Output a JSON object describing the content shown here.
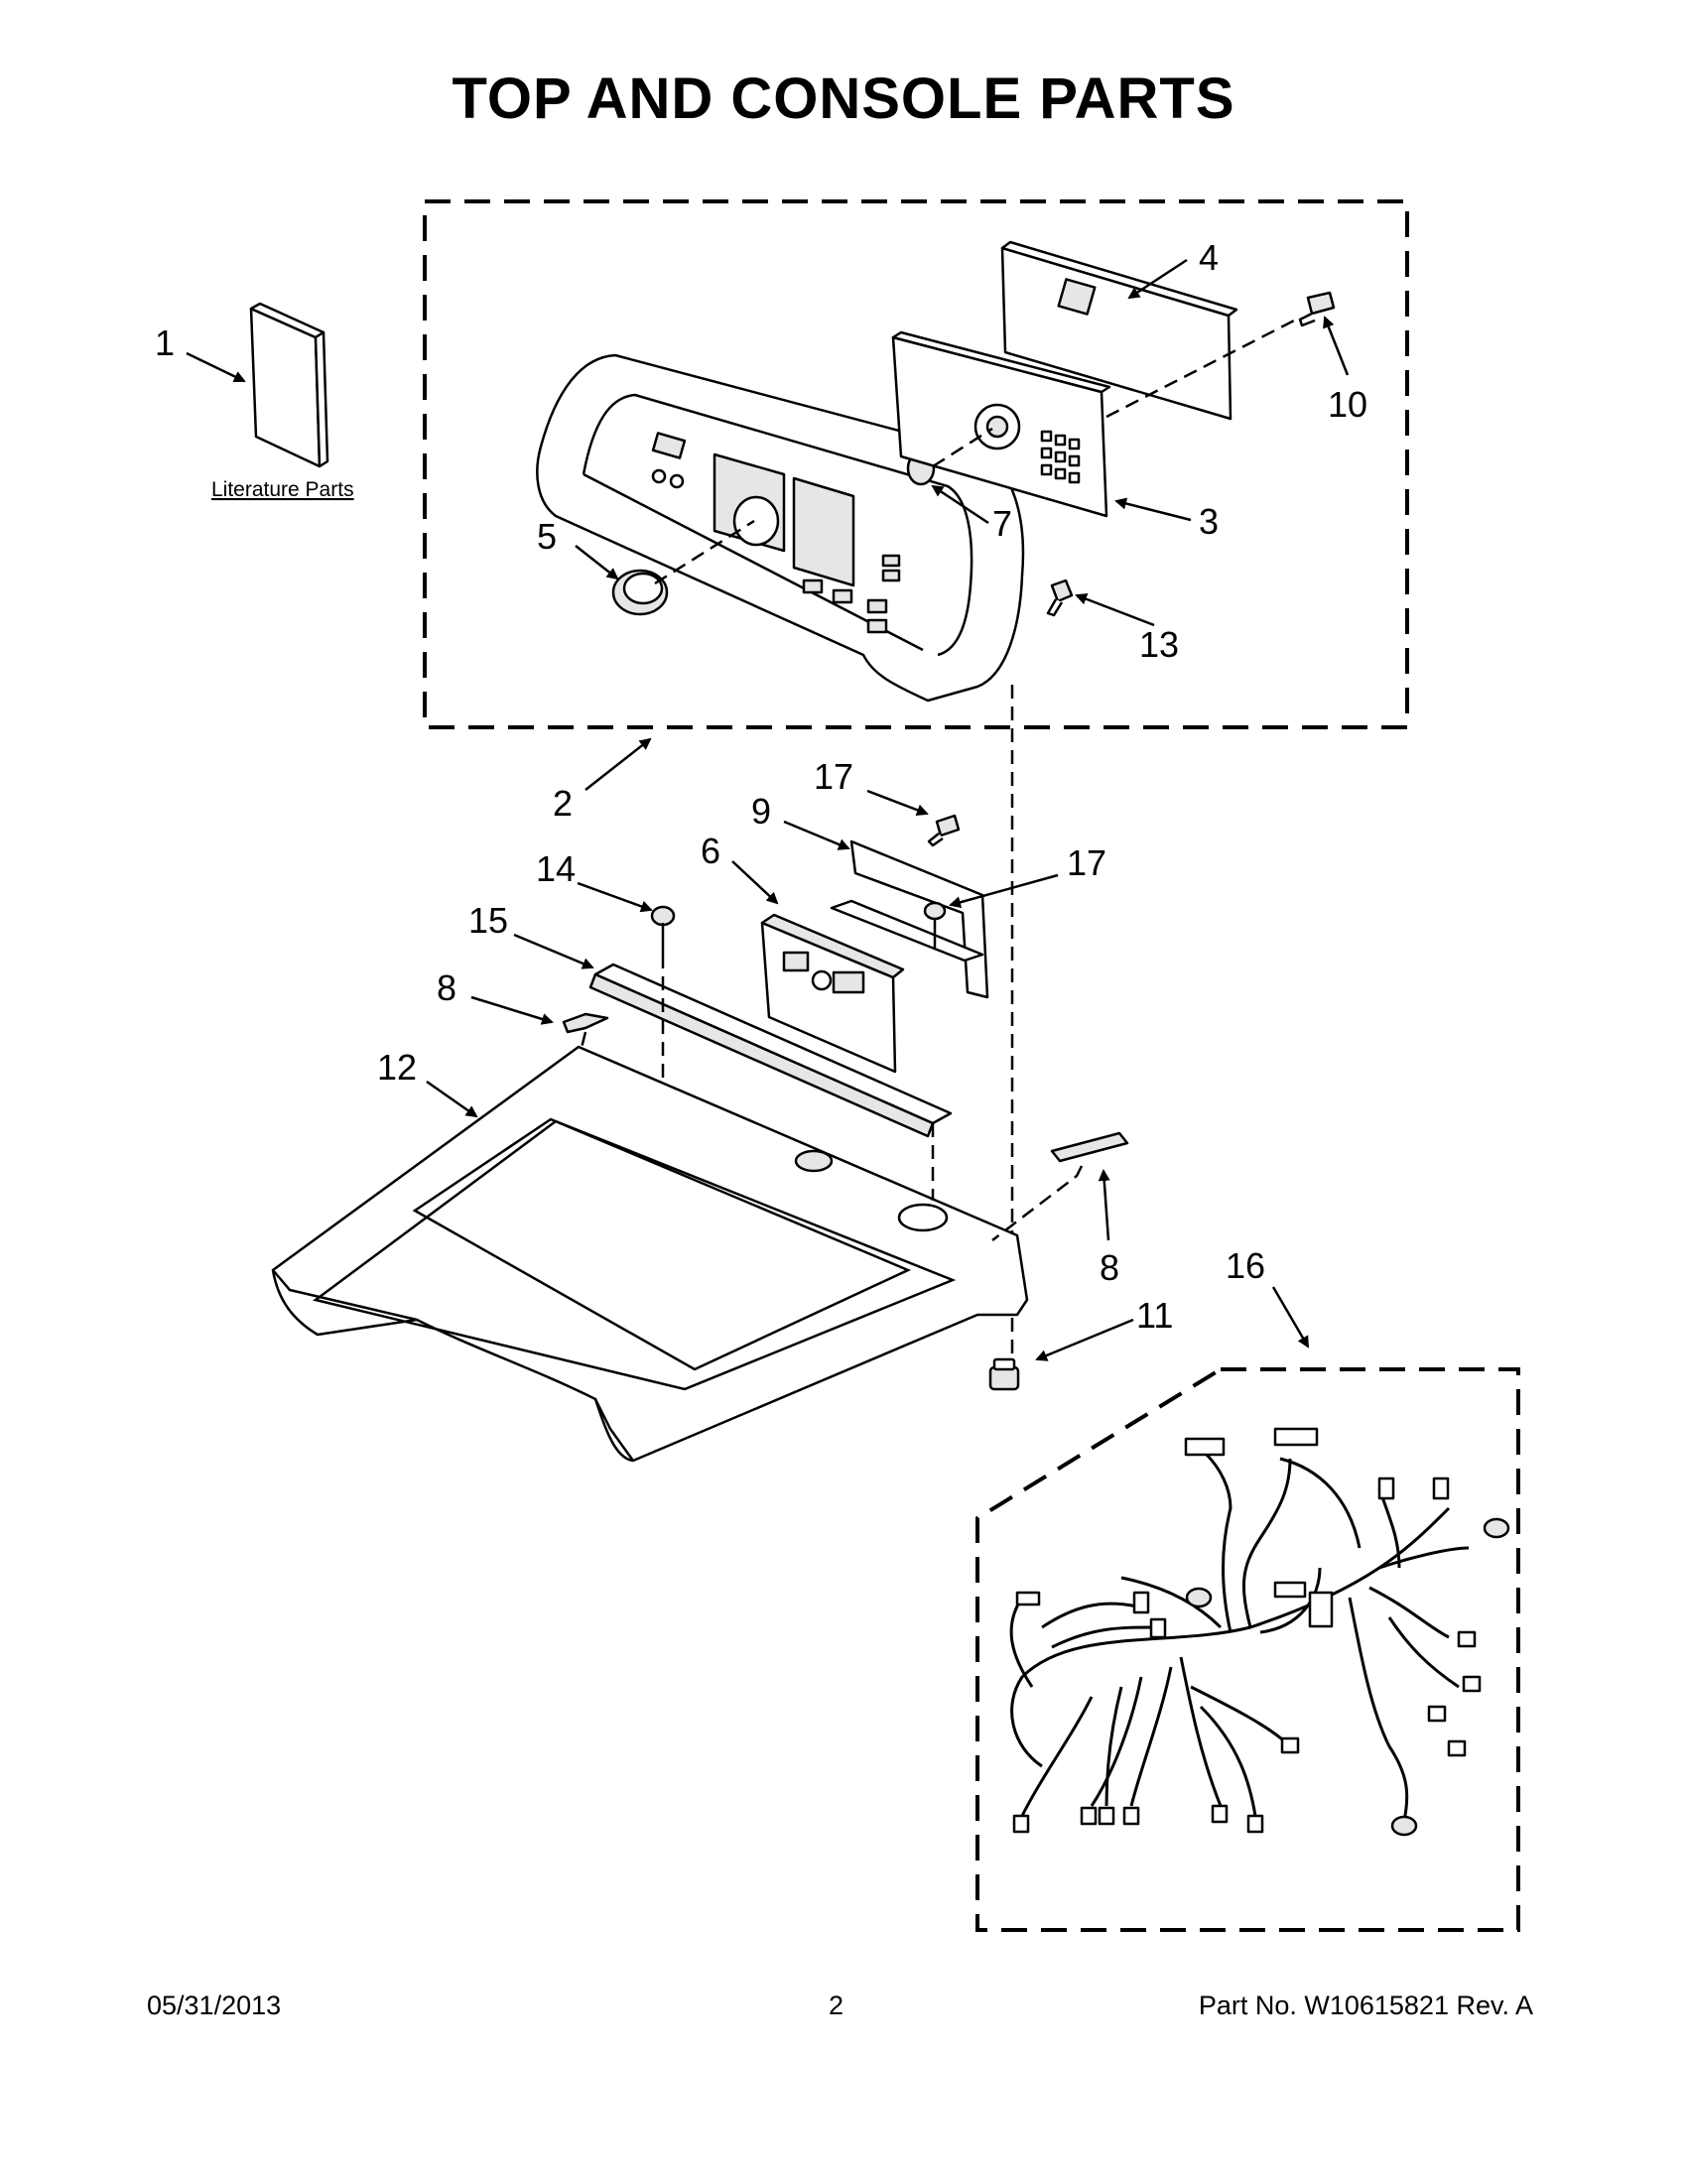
{
  "title": "TOP AND CONSOLE PARTS",
  "literature_label": "Literature Parts",
  "callouts": {
    "c1": "1",
    "c2": "2",
    "c3": "3",
    "c4": "4",
    "c5": "5",
    "c6": "6",
    "c7": "7",
    "c8a": "8",
    "c8b": "8",
    "c9": "9",
    "c10": "10",
    "c11": "11",
    "c12": "12",
    "c13": "13",
    "c14": "14",
    "c15": "15",
    "c16": "16",
    "c17a": "17",
    "c17b": "17"
  },
  "footer": {
    "date": "05/31/2013",
    "page": "2",
    "part_no": "Part No.  W10615821  Rev.  A"
  }
}
